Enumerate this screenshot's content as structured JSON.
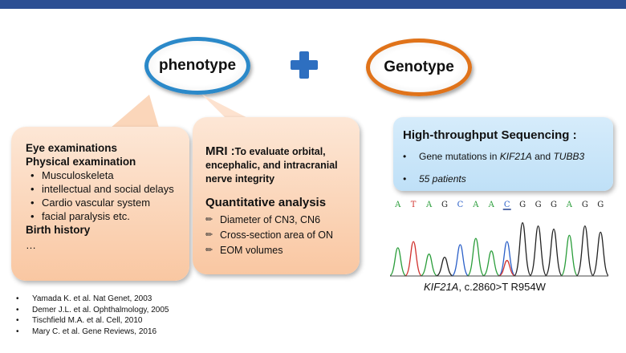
{
  "phenotype_label": "phenotype",
  "genotype_label": "Genotype",
  "plus_icon": "plus-icon",
  "colors": {
    "top_bar": "#2c4f93",
    "phenotype_ring": "#2b89c9",
    "genotype_ring": "#e0731a",
    "plus": "#2e6fc0",
    "bubble": "#f9c7a2",
    "seq_box": "#bfe0f7"
  },
  "phenotype_box": {
    "heading1": "Eye examinations",
    "heading2": "Physical examination",
    "items": [
      "Musculoskeleta",
      "intellectual and social delays",
      "Cardio vascular system",
      "facial paralysis etc."
    ],
    "heading3": "Birth history",
    "ellipsis": "…"
  },
  "mri_box": {
    "mri_prefix": "MRI :",
    "mri_text": "To evaluate orbital, encephalic, and intracranial nerve integrity",
    "quant_title": "Quantitative analysis",
    "items": [
      "Diameter of CN3, CN6",
      "Cross-section area of ON",
      "EOM volumes"
    ],
    "item_icon": "pencil-icon"
  },
  "sequencing": {
    "title": "High-throughput Sequencing :",
    "item1_pre": "Gene mutations in ",
    "item1_gene1": "KIF21A",
    "item1_mid": " and ",
    "item1_gene2": "TUBB3",
    "item2": "55 patients"
  },
  "chromatogram": {
    "bases": [
      "A",
      "T",
      "A",
      "G",
      "C",
      "A",
      "A",
      "C",
      "G",
      "G",
      "G",
      "A",
      "G",
      "G"
    ],
    "highlight_index": 7,
    "caption_gene": "KIF21A",
    "caption_rest": ", c.2860>T R954W"
  },
  "references": [
    "Yamada K. et al. Nat Genet, 2003",
    "Demer J.L. et al. Ophthalmology, 2005",
    "Tischfield M.A. et al. Cell, 2010",
    "Mary C. et al. Gene Reviews, 2016"
  ]
}
